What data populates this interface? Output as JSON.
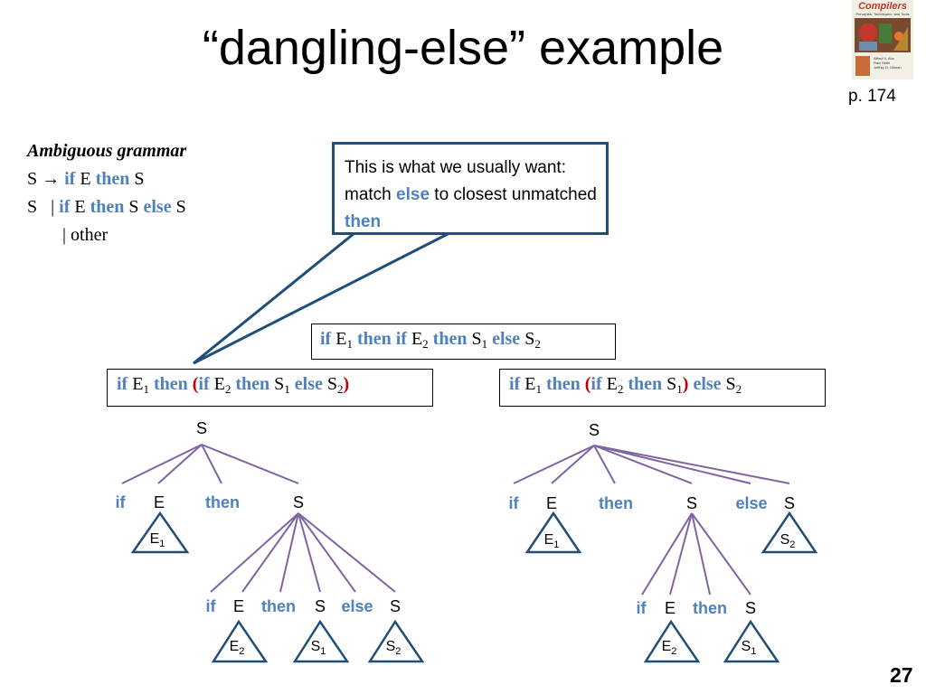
{
  "slide": {
    "title": "“dangling-else” example",
    "page_ref": "p. 174",
    "slide_number": "27"
  },
  "book_cover": {
    "title": "Compilers",
    "subtitle": "Principles, Techniques, and Tools",
    "authors": [
      "Alfred V. Aho",
      "Ravi Sethi",
      "Jeffrey D. Ullman"
    ]
  },
  "grammar": {
    "heading": "Ambiguous grammar",
    "line1": {
      "lhs": "S",
      "arrow": "→",
      "kw1": "if",
      "e": "E",
      "kw2": "then",
      "s": "S"
    },
    "line2": {
      "lhs": "S",
      "bar": "|",
      "kw1": "if",
      "e": "E",
      "kw2": "then",
      "s1": "S",
      "kw3": "else",
      "s2": "S"
    },
    "line3": {
      "bar": "|",
      "other": "other"
    }
  },
  "callout": {
    "part1": "This is what we usually want: match ",
    "kw_else": "else",
    "part2": " to closest unmatched ",
    "kw_then": "then"
  },
  "statement": {
    "if1": "if",
    "e1": "E",
    "e1sub": "1",
    "then1": "then",
    "if2": "if",
    "e2": "E",
    "e2sub": "2",
    "then2": "then",
    "s1": "S",
    "s1sub": "1",
    "else": "else",
    "s2": "S",
    "s2sub": "2"
  },
  "parse_left": {
    "if1": "if",
    "e1": "E",
    "e1sub": "1",
    "then1": "then",
    "lp": "(",
    "if2": "if",
    "e2": "E",
    "e2sub": "2",
    "then2": "then",
    "s1": "S",
    "s1sub": "1",
    "else": "else",
    "s2": "S",
    "s2sub": "2",
    "rp": ")"
  },
  "parse_right": {
    "if1": "if",
    "e1": "E",
    "e1sub": "1",
    "then1": "then",
    "lp": "(",
    "if2": "if",
    "e2": "E",
    "e2sub": "2",
    "then2": "then",
    "s1": "S",
    "s1sub": "1",
    "rp": ")",
    "else": "else",
    "s2": "S",
    "s2sub": "2"
  },
  "tree_left": {
    "root": "S",
    "level1": [
      "if",
      "E",
      "then",
      "S"
    ],
    "e_sub": {
      "base": "E",
      "sub": "1"
    },
    "level2": [
      "if",
      "E",
      "then",
      "S",
      "else",
      "S"
    ],
    "subtrees": [
      {
        "base": "E",
        "sub": "2"
      },
      {
        "base": "S",
        "sub": "1"
      },
      {
        "base": "S",
        "sub": "2"
      }
    ]
  },
  "tree_right": {
    "root": "S",
    "level1": [
      "if",
      "E",
      "then",
      "S",
      "else",
      "S"
    ],
    "subtrees_l1": [
      {
        "base": "E",
        "sub": "1"
      },
      {
        "base": "S",
        "sub": "2"
      }
    ],
    "level2": [
      "if",
      "E",
      "then",
      "S"
    ],
    "subtrees_l2": [
      {
        "base": "E",
        "sub": "2"
      },
      {
        "base": "S",
        "sub": "1"
      }
    ]
  },
  "colors": {
    "keyword": "#4f81bd",
    "paren": "#c00000",
    "edge": "#8064a2",
    "callout_border": "#1f4e79",
    "triangle": "#1f4e79"
  }
}
